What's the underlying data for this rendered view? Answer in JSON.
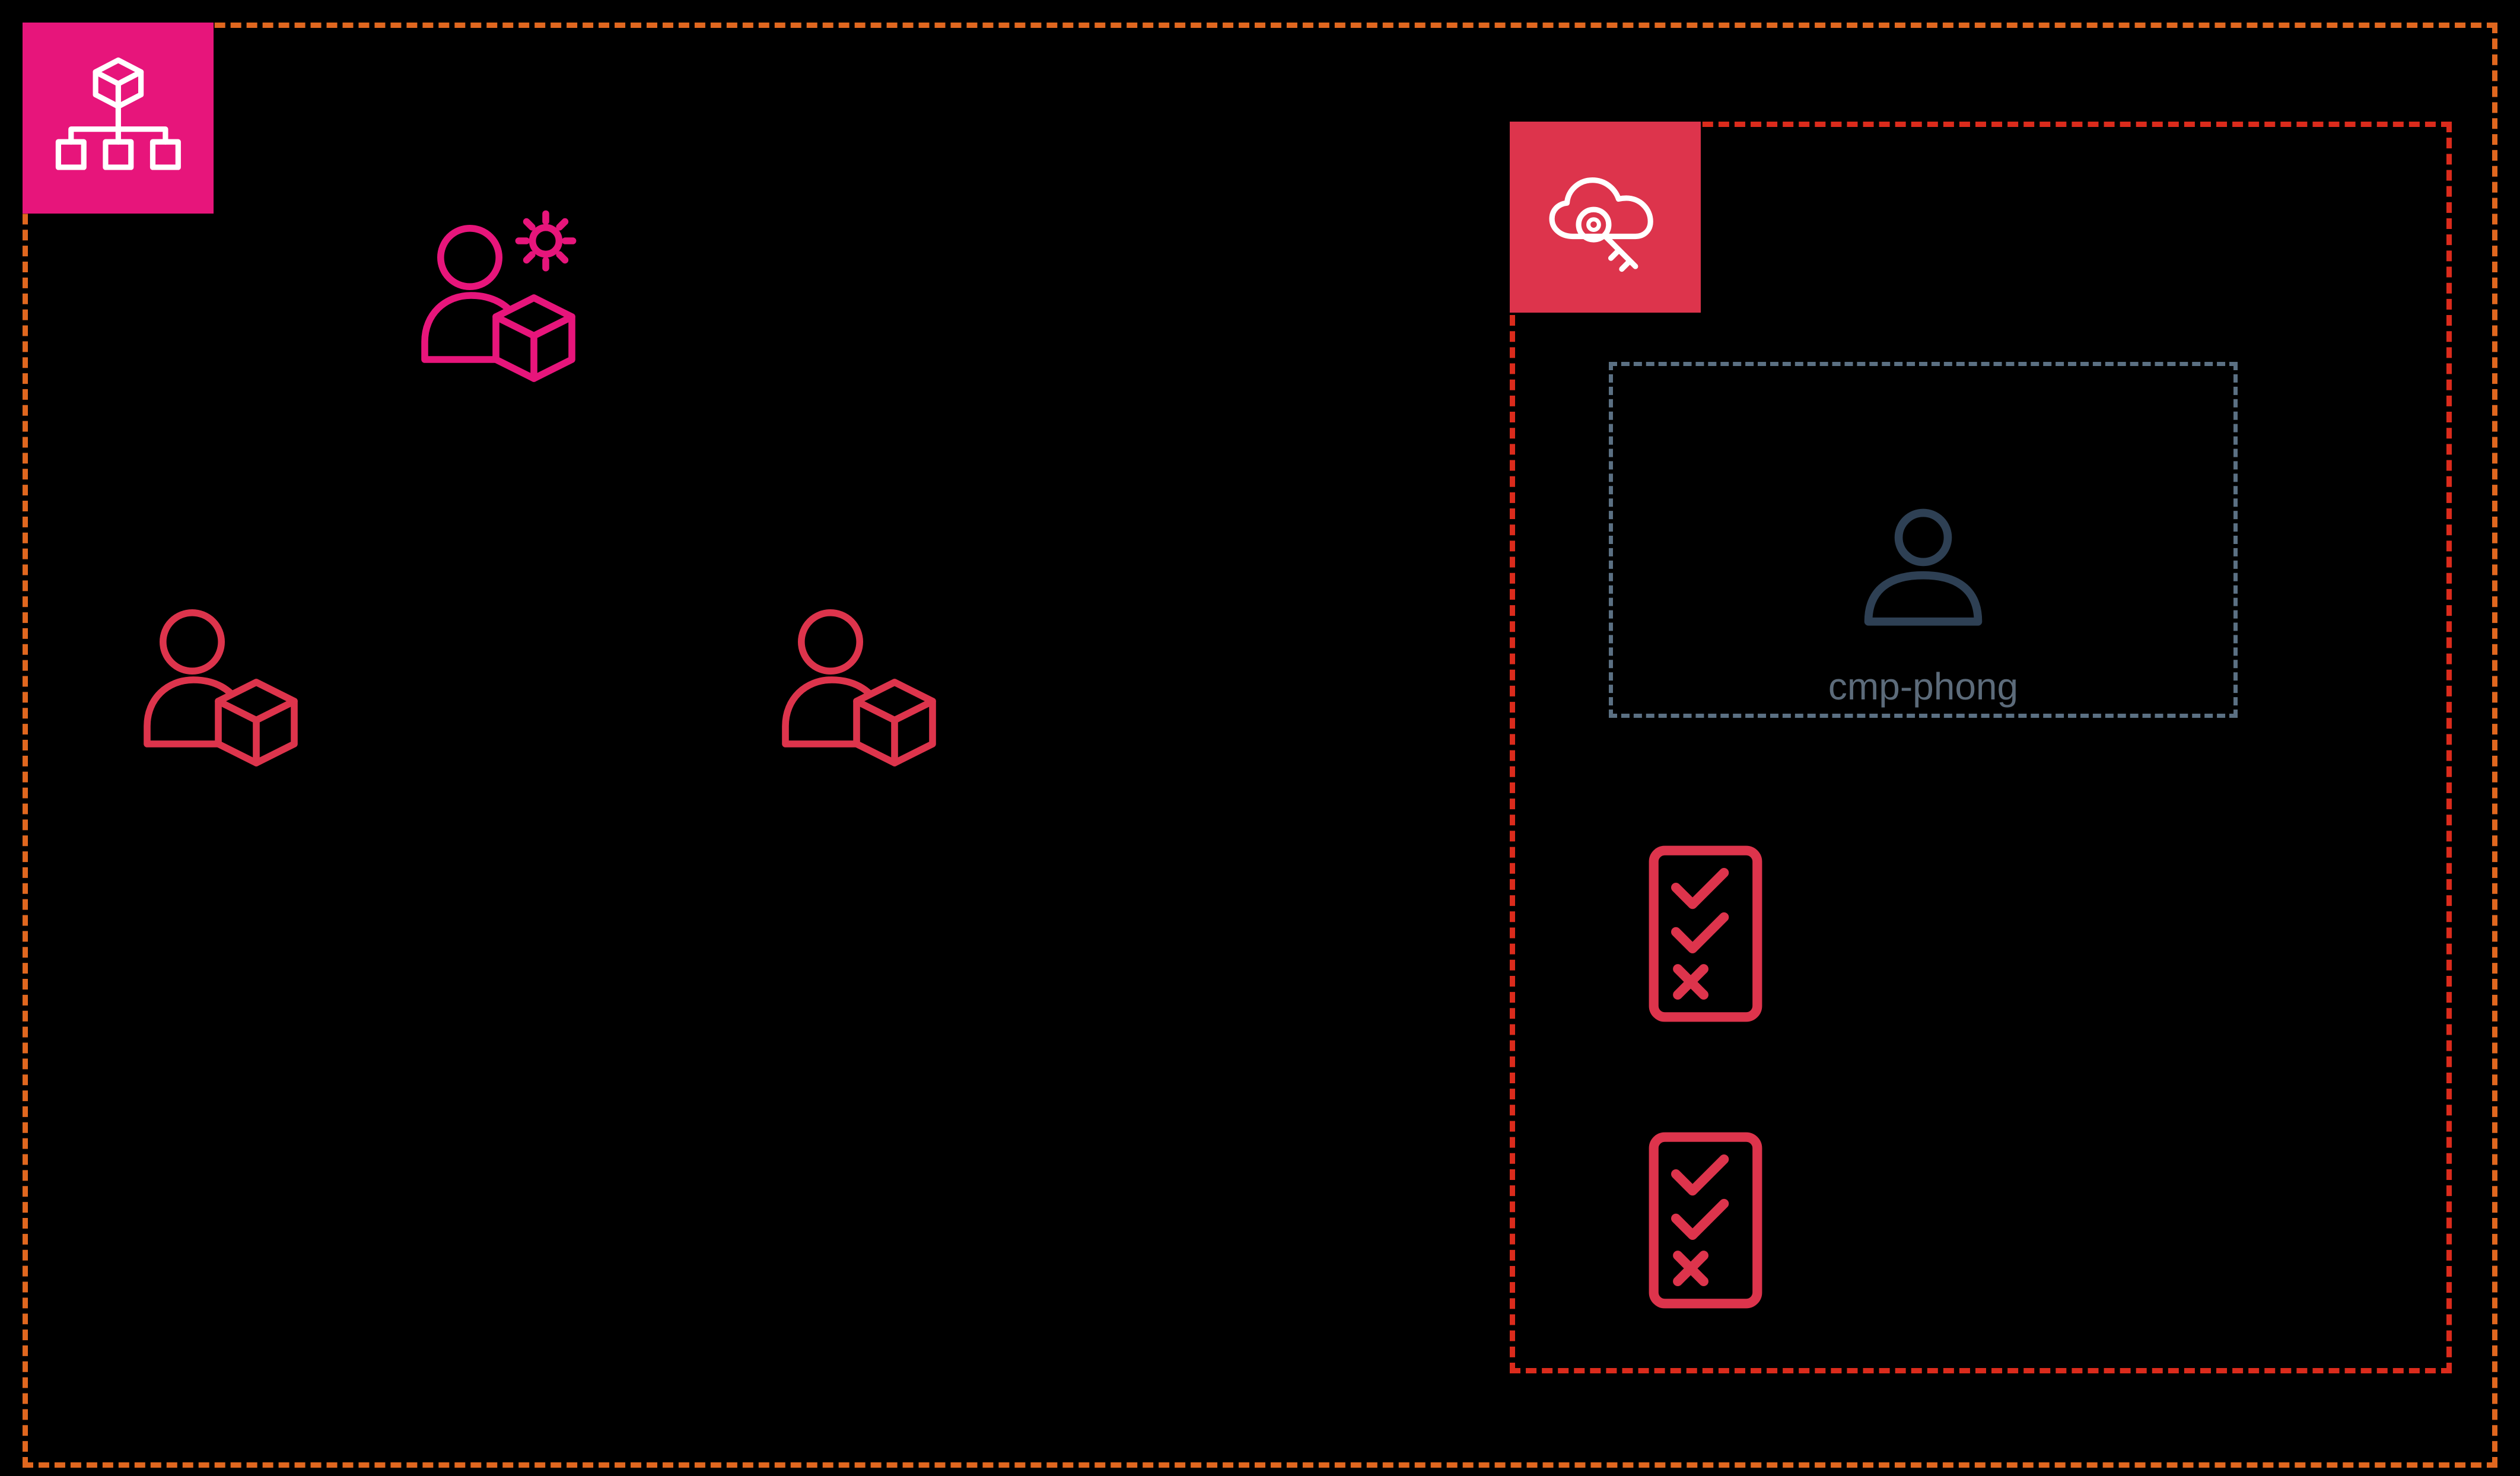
{
  "colors": {
    "canvas_bg": "#000000",
    "org_pink": "#E7157B",
    "security_red": "#DD344C",
    "orange_boundary": "#E0671F",
    "red_boundary": "#DB2B1C",
    "slate_border": "#5B7083",
    "slate_silhouette": "#2E4054",
    "slate_label": "#5C6B7A"
  },
  "diagram": {
    "organization_boundary": {
      "corner_icon": "aws-organizations-org-chart",
      "management_account_icon": "user-with-gear-and-cube",
      "member_account_icons": [
        "user-with-cube",
        "user-with-cube"
      ]
    },
    "identity_center_boundary": {
      "corner_icon": "cloud-with-key",
      "user_box": {
        "icon": "user-silhouette",
        "label": "cmp-phong"
      },
      "permission_set_icons": [
        "checklist-check-check-x",
        "checklist-check-check-x"
      ]
    }
  }
}
